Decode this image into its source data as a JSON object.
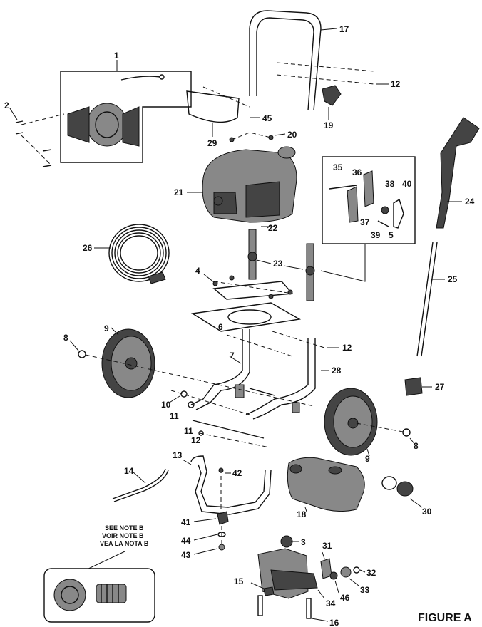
{
  "figure_label": "FIGURE A",
  "note_lines": [
    "SEE NOTE B",
    "VOIR NOTE B",
    "VEA LA NOTA B"
  ],
  "callouts": {
    "c1": "1",
    "c2": "2",
    "c3": "3",
    "c4": "4",
    "c5": "5",
    "c6": "6",
    "c7": "7",
    "c8a": "8",
    "c8b": "8",
    "c9a": "9",
    "c9b": "9",
    "c10": "10",
    "c11a": "11",
    "c11b": "11",
    "c12a": "12",
    "c12b": "12",
    "c12c": "12",
    "c13": "13",
    "c14": "14",
    "c15": "15",
    "c16": "16",
    "c17": "17",
    "c18": "18",
    "c19": "19",
    "c20": "20",
    "c21": "21",
    "c22": "22",
    "c23": "23",
    "c24": "24",
    "c25": "25",
    "c26": "26",
    "c27": "27",
    "c28": "28",
    "c29": "29",
    "c30": "30",
    "c31": "31",
    "c32": "32",
    "c33": "33",
    "c34": "34",
    "c35": "35",
    "c36": "36",
    "c37": "37",
    "c38": "38",
    "c39": "39",
    "c40": "40",
    "c41": "41",
    "c42": "42",
    "c43": "43",
    "c44": "44",
    "c45": "45",
    "c46": "46"
  }
}
